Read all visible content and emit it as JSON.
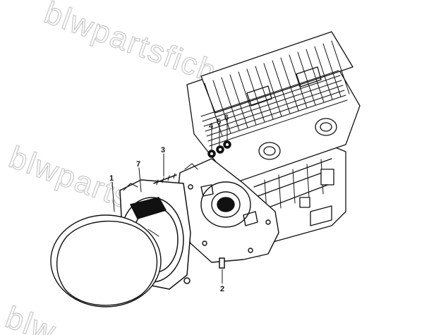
{
  "watermarks": [
    {
      "id": "wm-top",
      "text": "blwpartsfiche"
    },
    {
      "id": "wm-mid",
      "text": "blwpartsfiche.com"
    },
    {
      "id": "wm-bottom",
      "text": "blw"
    }
  ],
  "callouts": [
    {
      "id": "1",
      "label": "1"
    },
    {
      "id": "2",
      "label": "2"
    },
    {
      "id": "3",
      "label": "3"
    },
    {
      "id": "4",
      "label": "4"
    },
    {
      "id": "5",
      "label": "5"
    },
    {
      "id": "6",
      "label": "6"
    },
    {
      "id": "7",
      "label": "7"
    }
  ]
}
